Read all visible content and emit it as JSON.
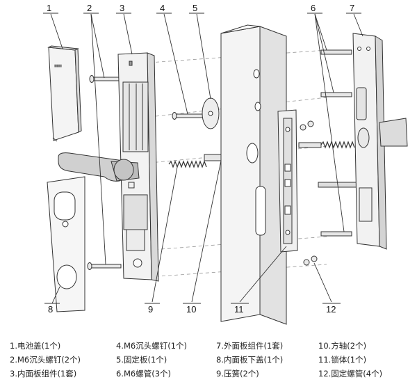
{
  "callouts": [
    "1",
    "2",
    "3",
    "4",
    "5",
    "6",
    "7",
    "8",
    "9",
    "10",
    "11",
    "12"
  ],
  "legend": [
    "1.电池盖(1个)",
    "2.M6沉头螺钉(2个)",
    "3.内面板组件(1套)",
    "4.M6沉头螺钉(1个)",
    "5.固定板(1个)",
    "6.M6螺管(3个)",
    "7.外面板组件(1套)",
    "8.内面板下盖(1个)",
    "9.压簧(2个)",
    "10.方轴(2个)",
    "11.锁体(1个)",
    "12.固定螺管(4个)"
  ]
}
